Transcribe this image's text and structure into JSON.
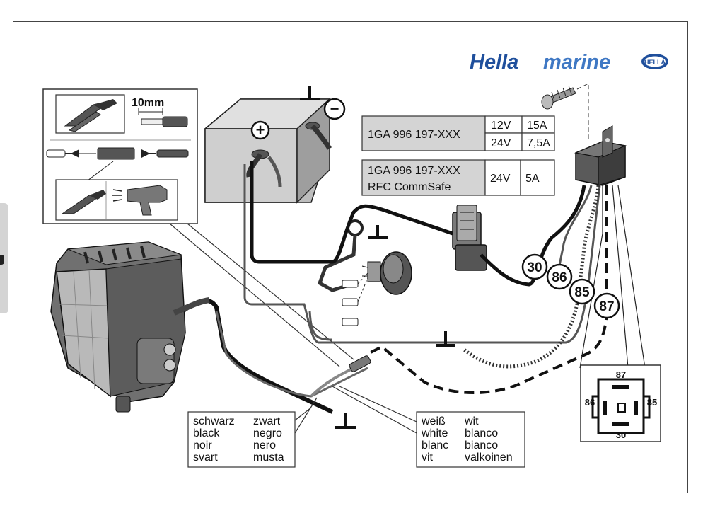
{
  "brand": {
    "name_1": "Hella",
    "name_2": "marine",
    "logo_text": "HELLA",
    "color": "#1f4f9c"
  },
  "instructions": {
    "strip_length": "10mm"
  },
  "spec_table_1": {
    "part_number": "1GA 996 197-XXX",
    "rows": [
      {
        "voltage": "12V",
        "fuse": "15A"
      },
      {
        "voltage": "24V",
        "fuse": "7,5A"
      }
    ]
  },
  "spec_table_2": {
    "part_number": "1GA 996 197-XXX",
    "variant": "RFC CommSafe",
    "voltage": "24V",
    "fuse": "5A"
  },
  "battery": {
    "positive_symbol": "+",
    "negative_symbol": "−"
  },
  "relay_terminals": {
    "t30": "30",
    "t86": "86",
    "t85": "85",
    "t87": "87"
  },
  "relay_pinout": {
    "top": "87",
    "left": "86",
    "right": "85",
    "bottom": "30"
  },
  "legend_black": [
    [
      "schwarz",
      "zwart"
    ],
    [
      "black",
      "negro"
    ],
    [
      "noir",
      "nero"
    ],
    [
      "svart",
      "musta"
    ]
  ],
  "legend_white": [
    [
      "weiß",
      "wit"
    ],
    [
      "white",
      "blanco"
    ],
    [
      "blanc",
      "bianco"
    ],
    [
      "vit",
      "valkoinen"
    ]
  ],
  "colors": {
    "table_fill": "#d4d4d4",
    "battery_fill": "#cfcfcf",
    "wire": "#1a1a1a"
  }
}
